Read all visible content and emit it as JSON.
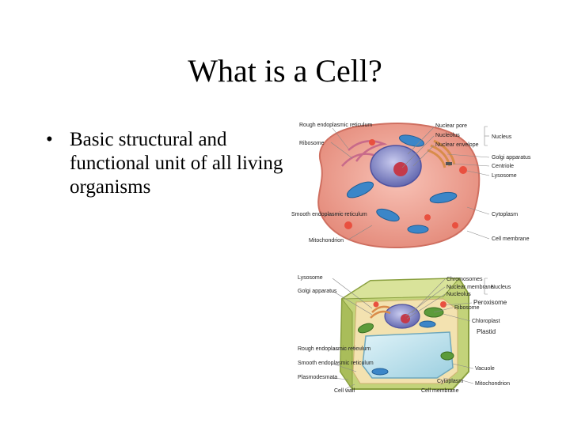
{
  "slide": {
    "title": "What is a Cell?",
    "bullets": [
      {
        "text": "Basic structural and functional unit of all living organisms"
      }
    ]
  },
  "animal_cell": {
    "labels": {
      "rough_er": "Rough endoplasmic reticulum",
      "ribosome": "Ribosome",
      "smooth_er": "Smooth endoplasmic reticulum",
      "mitochondrion": "Mitochondrion",
      "nuclear_pore": "Nuclear pore",
      "nucleolus": "Nucleolus",
      "nuclear_envelope": "Nuclear envelope",
      "nucleus": "Nucleus",
      "golgi": "Golgi apparatus",
      "centriole": "Centriole",
      "lysosome": "Lysosome",
      "cytoplasm": "Cytoplasm",
      "cell_membrane": "Cell membrane"
    }
  },
  "plant_cell": {
    "labels": {
      "lysosome": "Lysosome",
      "golgi": "Golgi apparatus",
      "rough_er": "Rough endoplasmic reticulum",
      "smooth_er": "Smooth endoplasmic reticulum",
      "plasmodesmata": "Plasmodesmata",
      "cell_wall": "Cell wall",
      "chromosomes": "Chromosomes",
      "nuclear_membrane": "Nuclear membrane",
      "nucleolus": "Nucleolus",
      "nucleus": "Nucleus",
      "peroxisome": "Peroxisome",
      "ribosome": "Ribosome",
      "chloroplast": "Chloroplast",
      "plastid": "Plastid",
      "vacuole": "Vacuole",
      "cytoplasm": "Cytoplasm",
      "cell_membrane": "Cell membrane",
      "mitochondrion": "Mitochondrion"
    }
  },
  "colors": {
    "animal_cell_fill": "#f0a394",
    "animal_cell_edge": "#d9786a",
    "nucleus": "#7b7fc4",
    "mitochondria": "#3b86c8",
    "golgi": "#e0a060",
    "plant_cell_wall": "#b6c96a",
    "vacuole": "#bfe3ee",
    "chloroplast": "#5c9b3a"
  }
}
